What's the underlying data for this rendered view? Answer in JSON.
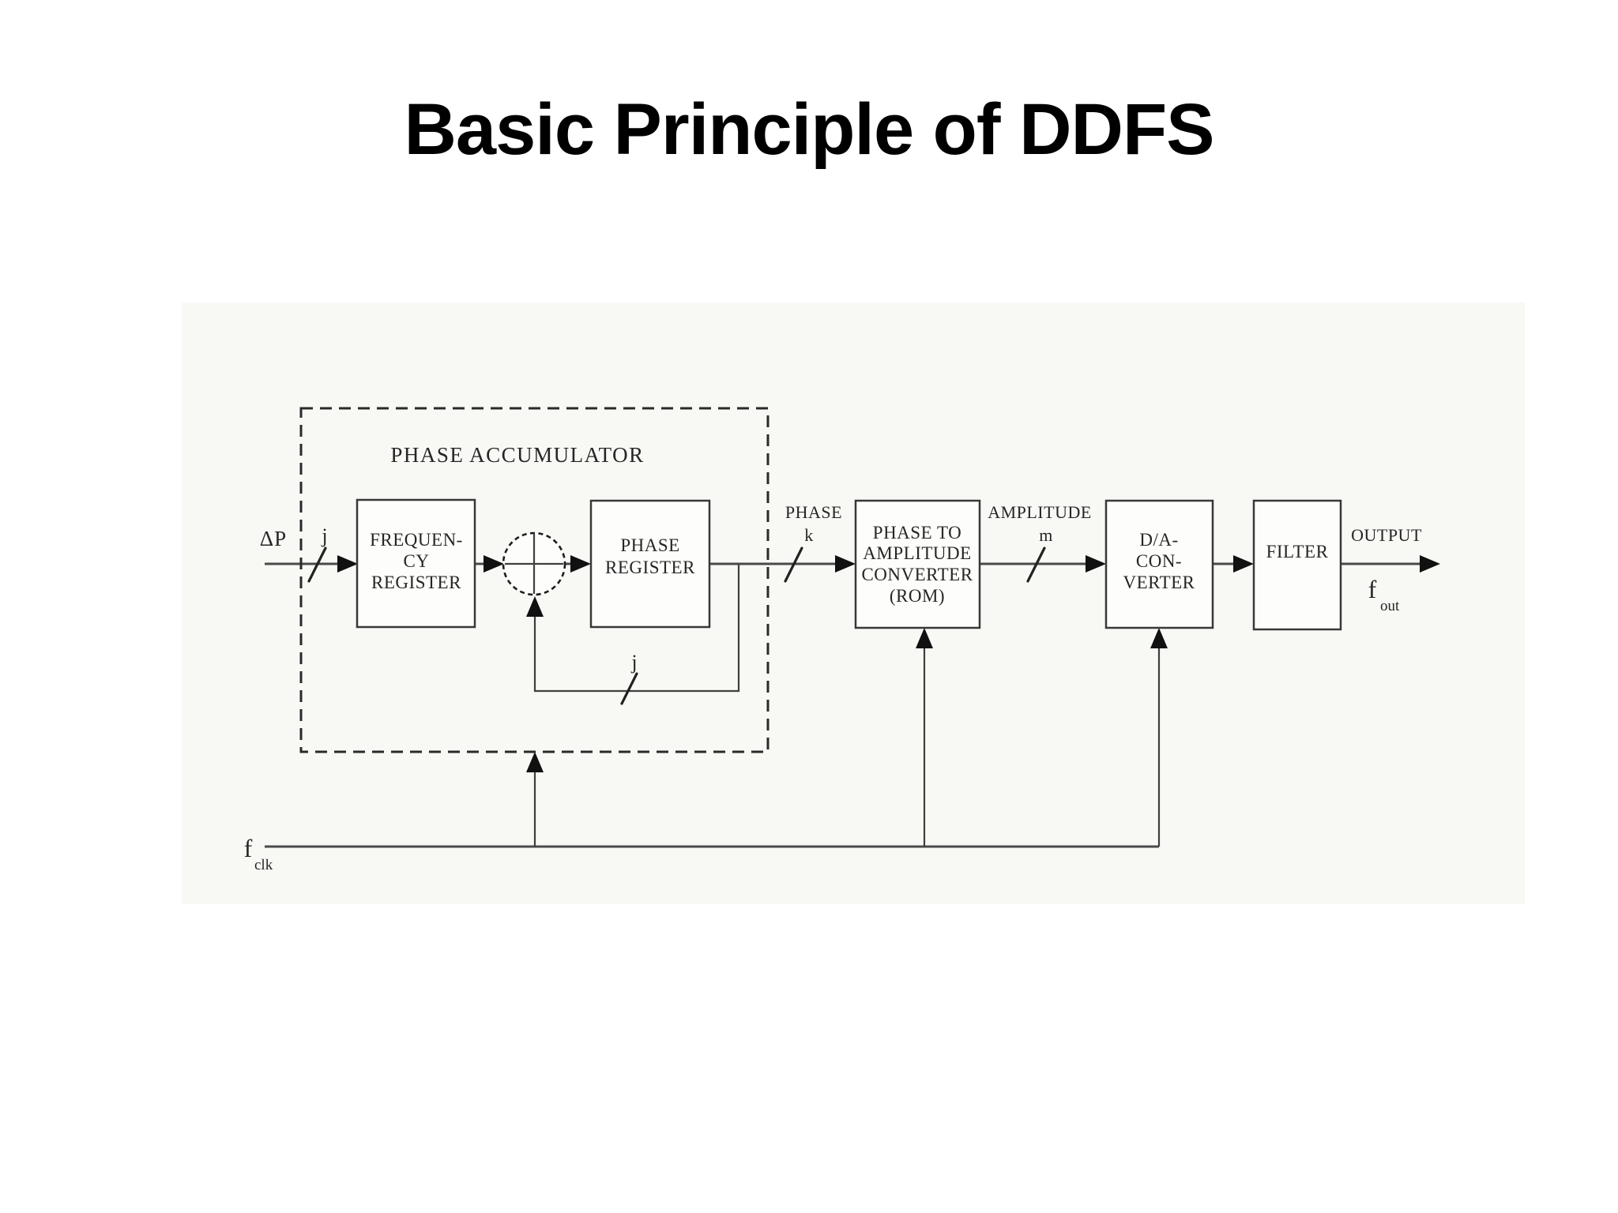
{
  "slide": {
    "title": "Basic Principle of DDFS"
  },
  "diagram": {
    "phase_accumulator_label": "PHASE ACCUMULATOR",
    "blocks": {
      "frequency_register": {
        "lines": [
          "FREQUEN-",
          "CY",
          "REGISTER"
        ]
      },
      "phase_register": {
        "lines": [
          "PHASE",
          "REGISTER"
        ]
      },
      "phase_to_amplitude_converter": {
        "lines": [
          "PHASE TO",
          "AMPLITUDE",
          "CONVERTER",
          "(ROM)"
        ]
      },
      "da_converter": {
        "lines": [
          "D/A-",
          "CON-",
          "VERTER"
        ]
      },
      "filter": {
        "label": "FILTER"
      }
    },
    "signals": {
      "input_label": "ΔP",
      "input_bus_width": "j",
      "feedback_bus_width": "j",
      "phase_label": "PHASE",
      "phase_bus_width": "k",
      "amplitude_label": "AMPLITUDE",
      "amplitude_bus_width": "m",
      "output_label": "OUTPUT",
      "output_freq_base": "f",
      "output_freq_sub": "out",
      "clock_base": "f",
      "clock_sub": "clk"
    },
    "colors": {
      "title_text": "#000000",
      "diagram_text": "#262626",
      "wire": "#4a4a4a",
      "box_border": "#383838",
      "scan_background": "#f8f8f5",
      "page_background": "#ffffff"
    }
  }
}
